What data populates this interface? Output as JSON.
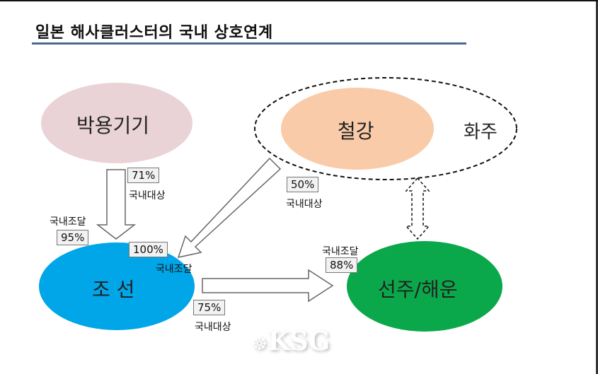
{
  "title": "일본 해사클러스터의 국내 상호연계",
  "nodes": {
    "marine_equipment": "박용기기",
    "steel": "철강",
    "cargo_owner": "화주",
    "shipbuilding": "조 선",
    "shipowner_shipping": "선주/해운"
  },
  "links": {
    "equip_to_ship_pct": "71%",
    "equip_to_ship_label": "국내대상",
    "steel_to_ship_pct": "50%",
    "steel_to_ship_label": "국내대상",
    "ship_procure_equip_label": "국내조달",
    "ship_procure_equip_pct": "95%",
    "ship_procure_steel_pct": "100%",
    "ship_procure_steel_label": "국내조달",
    "ship_to_owner_pct": "75%",
    "ship_to_owner_label": "국내대상",
    "owner_procure_label": "국내조달",
    "owner_procure_pct": "88%"
  },
  "logo": "KSG",
  "colors": {
    "equipment": "#ead3d6",
    "steel": "#f9cba8",
    "shipbuilding": "#00a6e8",
    "shipping": "#0aa84a",
    "underline": "#4a6a90"
  }
}
